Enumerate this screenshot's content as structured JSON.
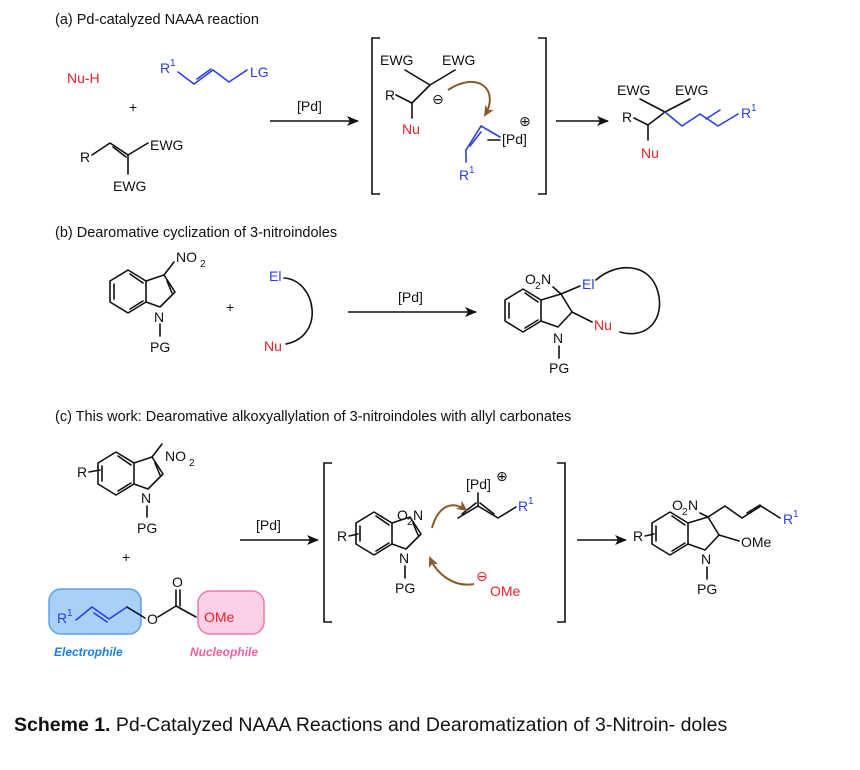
{
  "sections": {
    "a": {
      "heading": "(a) Pd-catalyzed NAAA reaction"
    },
    "b": {
      "heading": "(b) Dearomative cyclization of 3-nitroindoles"
    },
    "c": {
      "heading": "(c) This work: Dearomative alkoxyallylation of 3-nitroindoles with allyl carbonates"
    }
  },
  "labels": {
    "nu_h": "Nu-H",
    "plus": "+",
    "r": "R",
    "r1": "R",
    "superscript_1": "1",
    "lg": "LG",
    "ewg": "EWG",
    "nu": "Nu",
    "el": "El",
    "pd": "[Pd]",
    "pg": "PG",
    "n": "N",
    "o": "O",
    "o2n": "O",
    "no2": "NO",
    "subscript_2": "2",
    "ome": "OMe",
    "oplus": "⊕",
    "ominus": "⊖",
    "electrophile": "Electrophile",
    "nucleophile": "Nucleophile"
  },
  "reagent_labels": {
    "arrow_a": "[Pd]",
    "arrow_b": "[Pd]",
    "arrow_c": "[Pd]"
  },
  "caption": {
    "bold": "Scheme 1.",
    "text": " Pd-Catalyzed NAAA Reactions and Dearomatization of 3-Nitroin- doles"
  },
  "colors": {
    "nucleophile_red": "#e8202a",
    "electrophile_blue": "#2b3fe0",
    "curly_arrow_brown": "#8b5a2b",
    "electrophile_box": "#a9d1f7",
    "electrophile_box_border": "#5aa2e8",
    "nucleophile_box": "#fbd0e6",
    "nucleophile_box_border": "#ee79b1"
  }
}
